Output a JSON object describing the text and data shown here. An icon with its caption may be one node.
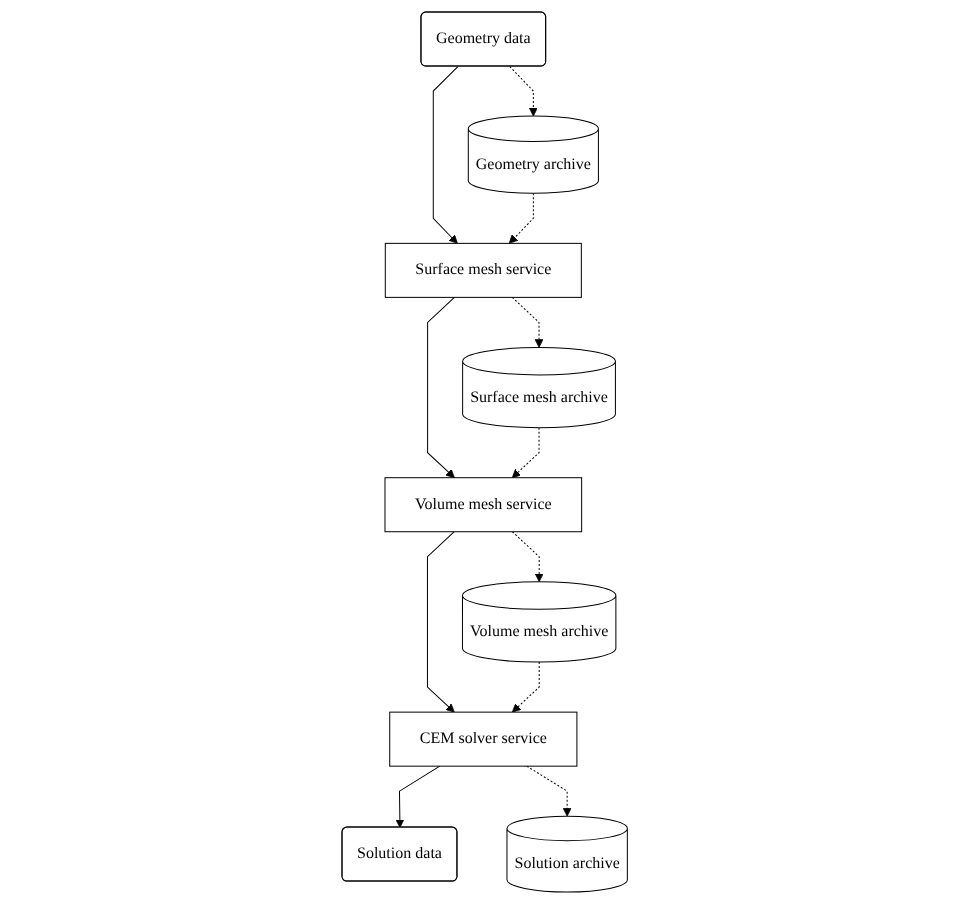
{
  "diagram": {
    "nodes": [
      {
        "text": [
          "Geometry data"
        ]
      },
      {
        "text": [
          "Geometry archive"
        ]
      },
      {
        "text": [
          "Surface mesh service"
        ]
      },
      {
        "text": [
          "Surface mesh archive"
        ]
      },
      {
        "text": [
          "Volume mesh service"
        ]
      },
      {
        "text": [
          "Volume mesh archive"
        ]
      },
      {
        "text": [
          "CEM solver service"
        ]
      },
      {
        "text": [
          "Solution archive"
        ]
      },
      {
        "text": [
          "Solution data"
        ]
      }
    ],
    "edges": [
      {
        "from": 0,
        "to": 2,
        "arrow": "to"
      },
      {
        "from": 0,
        "to": 1,
        "arrow": "to",
        "style": "dashed"
      },
      {
        "from": 1,
        "to": 2,
        "arrow": "to",
        "style": "dashed"
      },
      {
        "from": 2,
        "to": 4,
        "arrow": "to"
      },
      {
        "from": 2,
        "to": 3,
        "arrow": "to",
        "style": "dashed"
      },
      {
        "from": 3,
        "to": 4,
        "arrow": "to",
        "style": "dashed"
      },
      {
        "from": 4,
        "to": 6,
        "arrow": "to"
      },
      {
        "from": 4,
        "to": 5,
        "arrow": "to",
        "style": "dashed"
      },
      {
        "from": 5,
        "to": 6,
        "arrow": "to",
        "style": "dashed"
      },
      {
        "from": 6,
        "to": 8,
        "arrow": "to"
      },
      {
        "from": 6,
        "to": 7,
        "arrow": "to",
        "style": "dashed"
      }
    ]
  }
}
